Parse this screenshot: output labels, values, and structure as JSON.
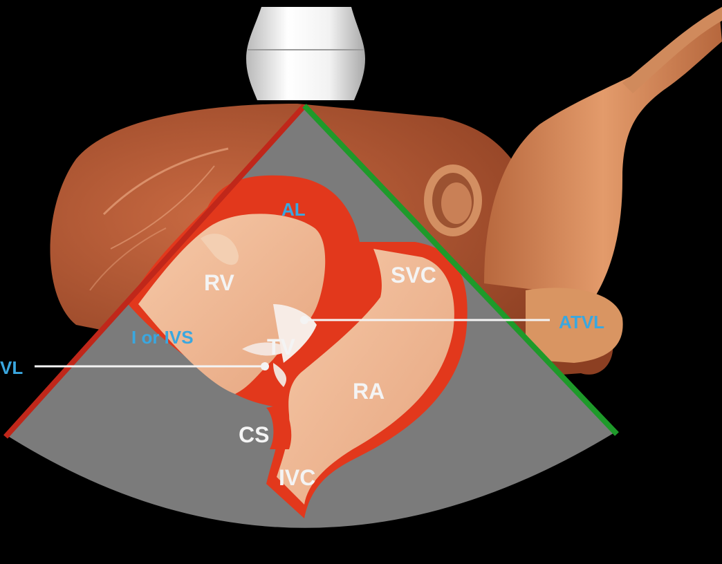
{
  "labels": {
    "al": "AL",
    "rv": "RV",
    "svc": "SVC",
    "tv": "TV",
    "ra": "RA",
    "cs": "CS",
    "ivc": "IVC",
    "ivs": "I or IVS",
    "atvl": "ATVL",
    "vl": "VL"
  },
  "colors": {
    "background": "#000000",
    "sector": "#7b7b7b",
    "myocardium": "#e2381c",
    "chamber": "#f0b792",
    "heart_tissue": "#cf7f52",
    "vessel": "#d98c5c",
    "left_scan_line": "#c0271a",
    "right_scan_line": "#1e9a2a",
    "label_white": "#f4f4f4",
    "label_blue": "#3aa7df"
  },
  "icons": [
    "ultrasound-probe-icon"
  ]
}
